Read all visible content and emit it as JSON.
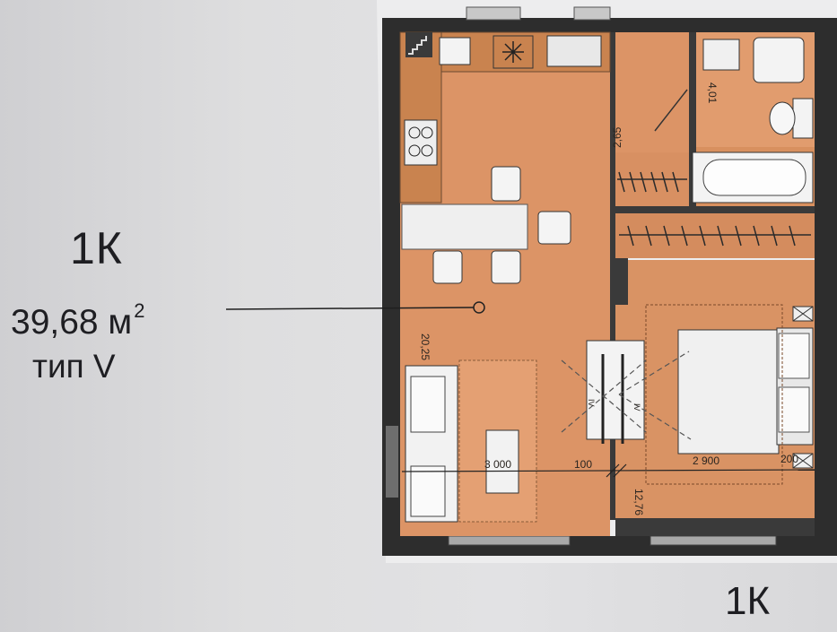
{
  "unit": {
    "title": "1К",
    "area": "39,68 м",
    "area_superscript": "2",
    "type": "тип V"
  },
  "next_unit_label": "1К",
  "room_areas": {
    "living_kitchen": "20,25",
    "bedroom": "12,76",
    "hall": "2,65",
    "bathroom": "4,01"
  },
  "dimensions": {
    "living_width": "3 000",
    "partition": "100",
    "bedroom_width": "2 900",
    "edge": "200"
  },
  "room_markers": {
    "left": "IV",
    "right": "IV"
  },
  "colors": {
    "room_fill": "#dc9466",
    "room_fill_dark": "#c87f52",
    "wall": "#2b2b2b",
    "window": "#8a8a8a",
    "label_dark": "#1e1e22"
  }
}
